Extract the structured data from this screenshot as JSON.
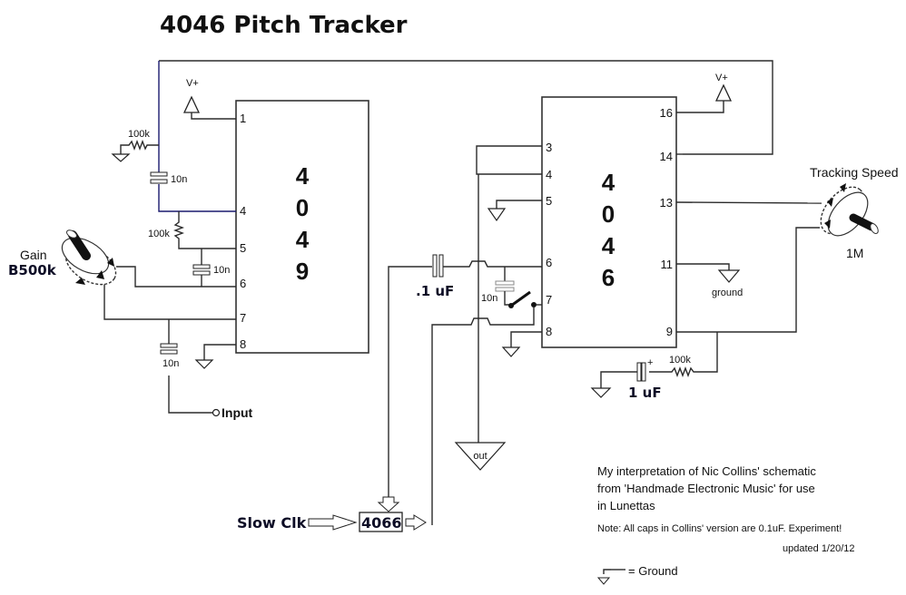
{
  "title": "4046 Pitch Tracker",
  "chips": {
    "cd4049": {
      "digits": [
        "4",
        "0",
        "4",
        "9"
      ],
      "pins": [
        "1",
        "4",
        "5",
        "6",
        "7",
        "8"
      ]
    },
    "cd4046": {
      "digits": [
        "4",
        "0",
        "4",
        "6"
      ],
      "left_pins": [
        "3",
        "4",
        "5",
        "6",
        "7",
        "8"
      ],
      "right_pins": [
        "16",
        "14",
        "13",
        "11",
        "9"
      ]
    },
    "cd4066": {
      "label": "4066"
    }
  },
  "labels": {
    "vplus_1": "V+",
    "vplus_2": "V+",
    "r_100k_top": "100k",
    "c_10n_top": "10n",
    "r_100k_mid": "100k",
    "c_10n_mid": "10n",
    "c_10n_bottom": "10n",
    "input": "Input",
    "gain": "Gain",
    "gain_value": "B500k",
    "c_01uf": ".1 uF",
    "c_10n_switch": "10n",
    "out": "out",
    "tracking_speed": "Tracking Speed",
    "tracking_value": "1M",
    "ground": "ground",
    "r_100k_right": "100k",
    "c_1uf": "1 uF",
    "plus": "+",
    "slow_clk": "Slow Clk"
  },
  "notes": {
    "line1": "My interpretation of Nic Collins' schematic",
    "line2": "from 'Handmade Electronic Music' for use",
    "line3": "in Lunettas",
    "caps_note": "Note:  All caps in Collins' version are 0.1uF.  Experiment!",
    "updated": "updated 1/20/12",
    "legend": "= Ground"
  }
}
